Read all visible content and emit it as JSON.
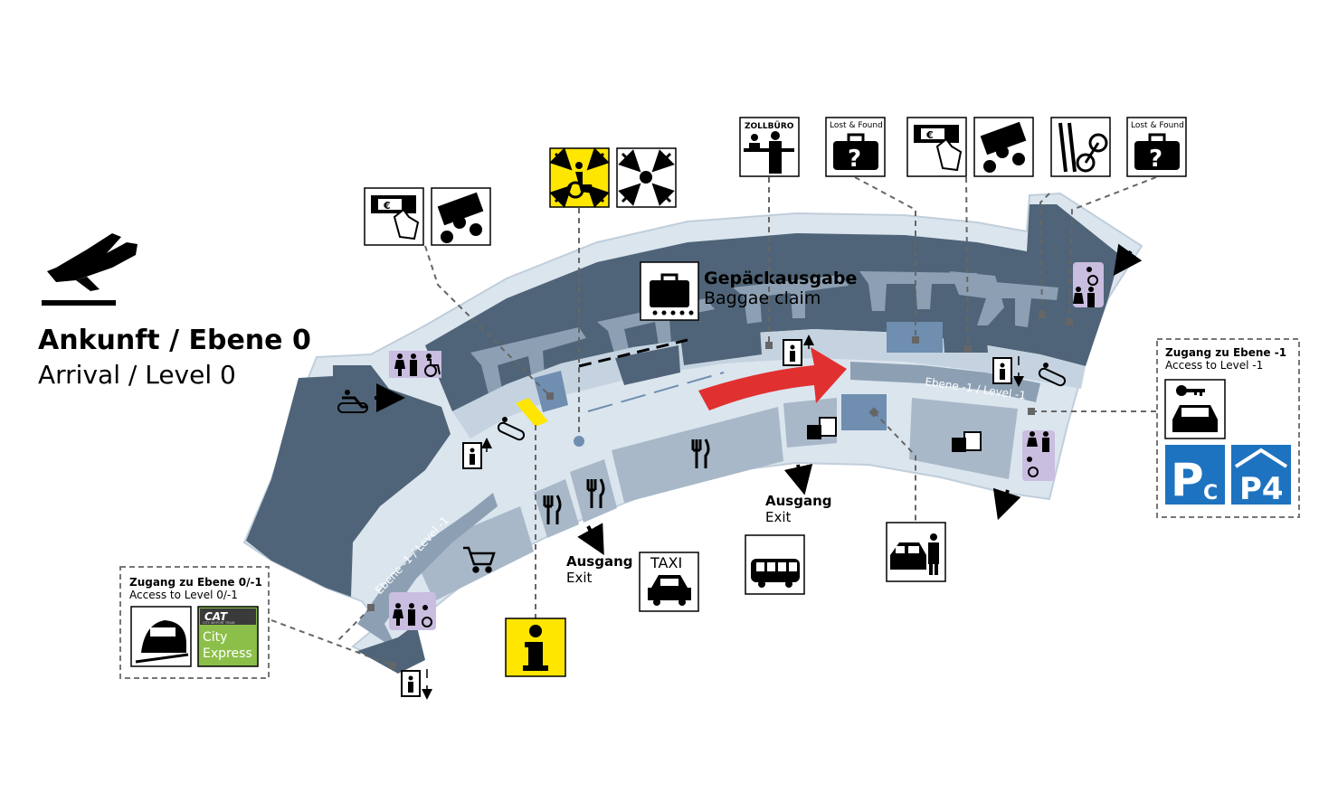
{
  "header": {
    "title_de": "Ankunft / Ebene 0",
    "title_en": "Arrival / Level 0",
    "icon": "plane-landing-icon"
  },
  "baggage": {
    "de": "Gepäckausgabe",
    "en": "Baggae claim"
  },
  "customs_label": "ZOLLBÜRO",
  "lost_found_label": "Lost & Found",
  "taxi_label": "TAXI",
  "level_labels": {
    "left": "Ebene -1 / Level -1",
    "right": "Ebene -1 / Level -1"
  },
  "exit_left": {
    "de": "Ausgang",
    "en": "Exit"
  },
  "exit_center": {
    "de": "Ausgang",
    "en": "Exit"
  },
  "access_left": {
    "de": "Zugang zu Ebene 0/-1",
    "en": "Access to Level 0/-1",
    "cat_logo": "CAT",
    "cat_small": "CITY AIRPORT TRAIN",
    "city_express_1": "City",
    "city_express_2": "Express"
  },
  "access_right": {
    "de": "Zugang zu Ebene -1",
    "en": "Access to Level -1",
    "parking_c": "P",
    "parking_c_sub": "C",
    "parking_4": "P4"
  },
  "colors": {
    "dark_area": "#4f6478",
    "mid_area": "#8da0b3",
    "light_floor": "#dbe5ee",
    "walkway": "#c5d3e0",
    "highlight_blue": "#6f8eb0",
    "accent_red": "#e03030",
    "accent_yellow": "#ffe600",
    "purple_wc": "#c9bde0",
    "parking_blue": "#1e73c0",
    "city_express_green": "#8cbf4a"
  }
}
